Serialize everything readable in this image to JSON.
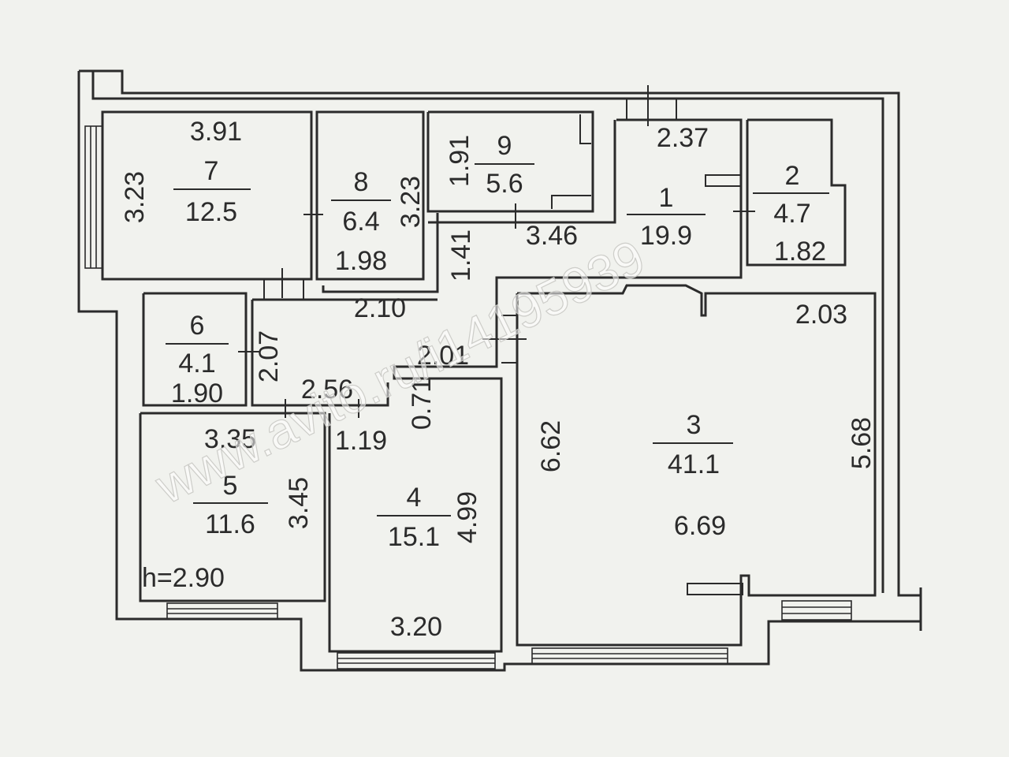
{
  "rooms": {
    "r1": {
      "number": "1",
      "area": "19.9"
    },
    "r2": {
      "number": "2",
      "area": "4.7"
    },
    "r3": {
      "number": "3",
      "area": "41.1"
    },
    "r4": {
      "number": "4",
      "area": "15.1"
    },
    "r5": {
      "number": "5",
      "area": "11.6"
    },
    "r6": {
      "number": "6",
      "area": "4.1"
    },
    "r7": {
      "number": "7",
      "area": "12.5"
    },
    "r8": {
      "number": "8",
      "area": "6.4"
    },
    "r9": {
      "number": "9",
      "area": "5.6"
    }
  },
  "dims": {
    "d391": "3.91",
    "d323a": "3.23",
    "d323b": "3.23",
    "d198": "1.98",
    "d191": "1.91",
    "d346": "3.46",
    "d141": "1.41",
    "d237": "2.37",
    "d182": "1.82",
    "d210": "2.10",
    "d207": "2.07",
    "d190": "1.90",
    "d201": "2.01",
    "d256": "2.56",
    "d071": "0.71",
    "d119": "1.19",
    "d203": "2.03",
    "d335": "3.35",
    "d345": "3.45",
    "d499": "4.99",
    "d662": "6.62",
    "d568": "5.68",
    "d669": "6.69",
    "d320": "3.20"
  },
  "ceiling_height": "h=2.90",
  "watermark": "www.avito.ru/i14195939"
}
